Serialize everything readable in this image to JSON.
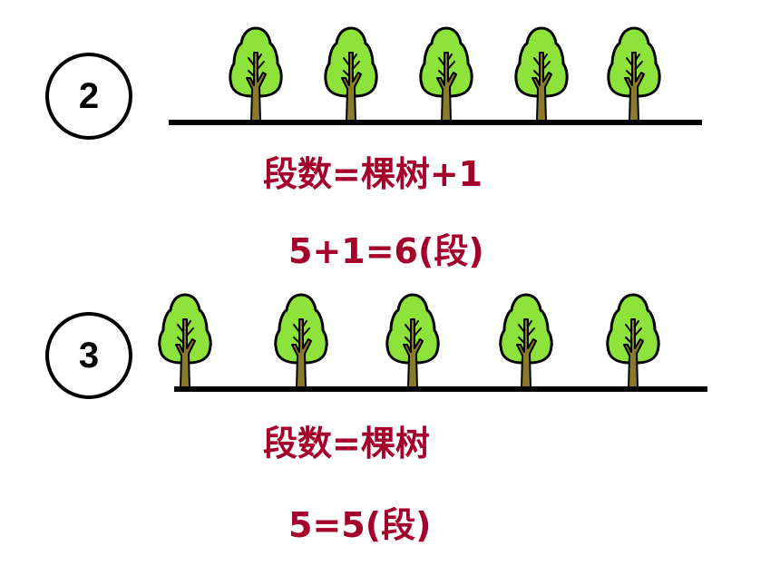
{
  "colors": {
    "text": "#a4002a",
    "leaf": "#8ee33b",
    "leaf_outline": "#000000",
    "trunk": "#8a7a2c"
  },
  "icons": {
    "tree": "tree-icon"
  },
  "sections": [
    {
      "badge": "2",
      "formula": "段数=棵树+1",
      "calculation": "5+1=6(段)"
    },
    {
      "badge": "3",
      "formula": "段数=棵树",
      "calculation": "5=5(段)"
    }
  ]
}
